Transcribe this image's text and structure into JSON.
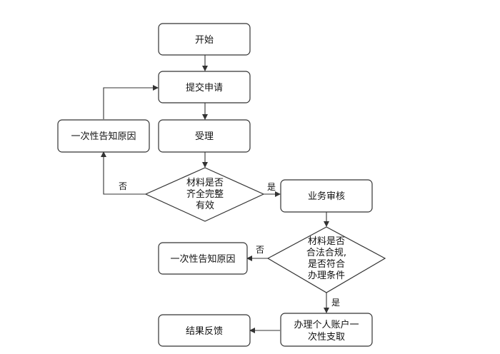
{
  "nodes": {
    "start": "开始",
    "submit": "提交申请",
    "accept": "受理",
    "decision1": [
      "材料是否",
      "齐全完整",
      "有效"
    ],
    "inform1": "一次性告知原因",
    "review": "业务审核",
    "decision2": [
      "材料是否",
      "合法合规,",
      "是否符合",
      "办理条件"
    ],
    "inform2": "一次性告知原因",
    "process": [
      "办理个人账户一",
      "次性支取"
    ],
    "result": "结果反馈"
  },
  "edges": {
    "d1_no": "否",
    "d1_yes": "是",
    "d2_no": "否",
    "d2_yes": "是"
  },
  "colors": {
    "stroke": "#333333",
    "text": "#111111",
    "fill": "#ffffff"
  }
}
